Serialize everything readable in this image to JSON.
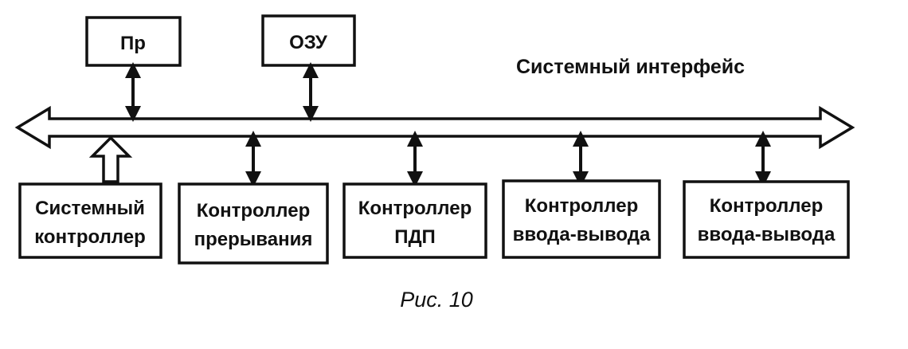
{
  "diagram": {
    "top_blocks": {
      "processor": "Пр",
      "ram": "ОЗУ"
    },
    "bus_label": "Системный интерфейс",
    "bottom_blocks": {
      "system_controller": [
        "Системный",
        "контроллер"
      ],
      "interrupt_controller": [
        "Контроллер",
        "прерывания"
      ],
      "dma_controller": [
        "Контроллер",
        "ПДП"
      ],
      "io_controller_1": [
        "Контроллер",
        "ввода-вывода"
      ],
      "io_controller_2": [
        "Контроллер",
        "ввода-вывода"
      ]
    },
    "caption": "Рис. 10"
  }
}
